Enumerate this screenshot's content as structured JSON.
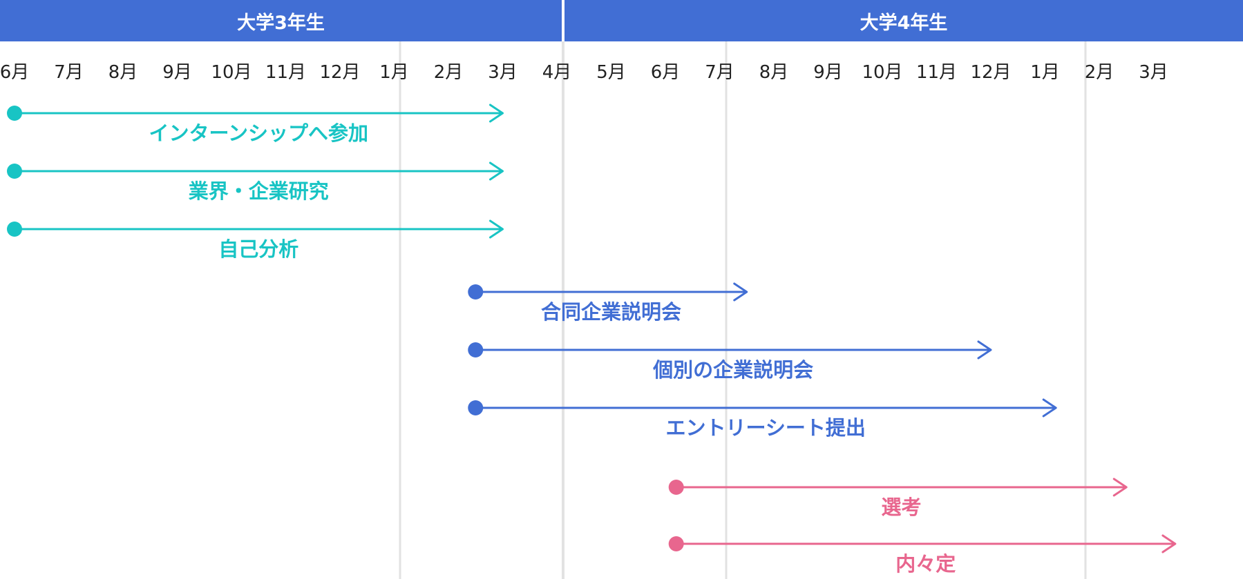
{
  "years": [
    {
      "label": "大学3年生"
    },
    {
      "label": "大学4年生"
    }
  ],
  "months": [
    "6月",
    "7月",
    "8月",
    "9月",
    "10月",
    "11月",
    "12月",
    "1月",
    "2月",
    "3月",
    "4月",
    "5月",
    "6月",
    "7月",
    "8月",
    "9月",
    "10月",
    "11月",
    "12月",
    "1月",
    "2月",
    "3月"
  ],
  "colors": {
    "header": "#416ed4",
    "teal": "#18c4c4",
    "blue": "#416ed4",
    "pink": "#e8668e",
    "grid": "#e2e2e2"
  },
  "activities": [
    {
      "label": "インターンシップへ参加",
      "start": 0,
      "end": 9,
      "color": "teal"
    },
    {
      "label": "業界・企業研究",
      "start": 0,
      "end": 9,
      "color": "teal"
    },
    {
      "label": "自己分析",
      "start": 0,
      "end": 9,
      "color": "teal"
    },
    {
      "label": "合同企業説明会",
      "start": 8.5,
      "end": 13.5,
      "color": "blue"
    },
    {
      "label": "個別の企業説明会",
      "start": 8.5,
      "end": 18,
      "color": "blue"
    },
    {
      "label": "エントリーシート提出",
      "start": 8.5,
      "end": 19.2,
      "color": "blue"
    },
    {
      "label": "選考",
      "start": 12.2,
      "end": 20.5,
      "color": "pink"
    },
    {
      "label": "内々定",
      "start": 12.2,
      "end": 21.4,
      "color": "pink"
    }
  ]
}
